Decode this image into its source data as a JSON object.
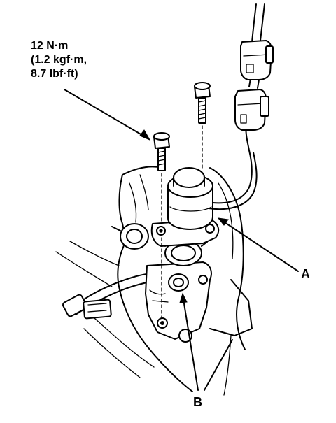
{
  "torque_spec": {
    "line1": "12 N·m",
    "line2": "(1.2 kgf·m,",
    "line3": "8.7 lbf·ft)"
  },
  "callouts": {
    "a": "A",
    "b": "B"
  }
}
